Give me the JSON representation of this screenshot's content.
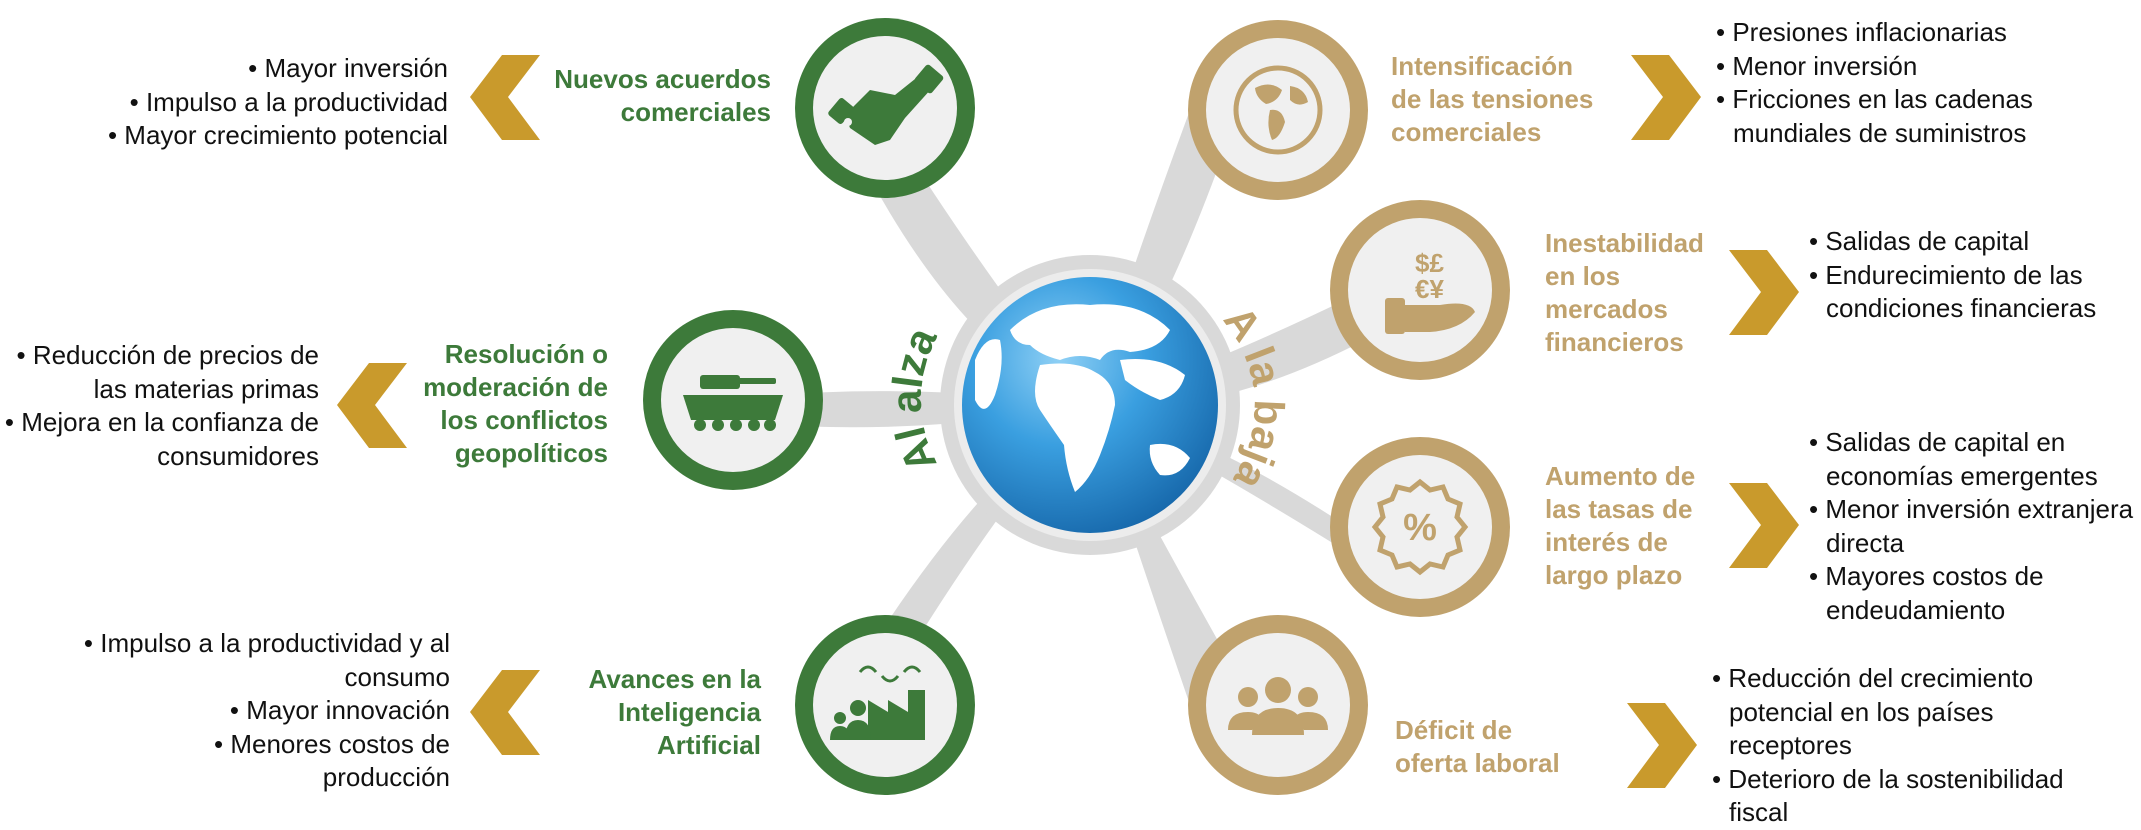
{
  "center": {
    "left_label": "Al alza",
    "right_label": "A la baja"
  },
  "colors": {
    "upside": "#3d7a3a",
    "downside": "#c0a26d",
    "chevron": "#c99a2c",
    "connector": "#d9d9d9",
    "globe_ocean": "#2f93d6",
    "globe_land": "#ffffff"
  },
  "upside": [
    {
      "icon": "handshake-icon",
      "label_lines": [
        "Nuevos acuerdos",
        "comerciales"
      ],
      "bullets": [
        "Mayor inversión",
        "Impulso a la productividad",
        "Mayor crecimiento potencial"
      ]
    },
    {
      "icon": "tank-icon",
      "label_lines": [
        "Resolución o",
        "moderación de",
        "los conflictos",
        "geopolíticos"
      ],
      "bullets": [
        "Reducción de precios de las materias primas",
        "Mejora en la confianza de consumidores"
      ]
    },
    {
      "icon": "ai-factory-icon",
      "label_lines": [
        "Avances en la",
        "Inteligencia",
        "Artificial"
      ],
      "bullets": [
        "Impulso a la productividad y al consumo",
        "Mayor innovación",
        "Menores costos de producción"
      ]
    }
  ],
  "downside": [
    {
      "icon": "globe-icon",
      "label_lines": [
        "Intensificación",
        "de las tensiones",
        "comerciales"
      ],
      "bullets": [
        "Presiones inflacionarias",
        "Menor inversión",
        "Fricciones en las cadenas mundiales de suministros"
      ]
    },
    {
      "icon": "currency-hand-icon",
      "label_lines": [
        "Inestabilidad",
        "en los",
        "mercados",
        "financieros"
      ],
      "bullets": [
        "Salidas de capital",
        "Endurecimiento de las condiciones financieras"
      ]
    },
    {
      "icon": "percent-badge-icon",
      "label_lines": [
        "Aumento de",
        "las tasas de",
        "interés de",
        "largo plazo"
      ],
      "bullets": [
        "Salidas de capital en economías emergentes",
        "Menor inversión extranjera directa",
        "Mayores costos de endeudamiento"
      ]
    },
    {
      "icon": "people-group-icon",
      "label_lines": [
        "Déficit de",
        "oferta laboral"
      ],
      "bullets": [
        "Reducción del crecimiento potencial en los países receptores",
        "Deterioro de la sostenibilidad fiscal"
      ]
    }
  ]
}
